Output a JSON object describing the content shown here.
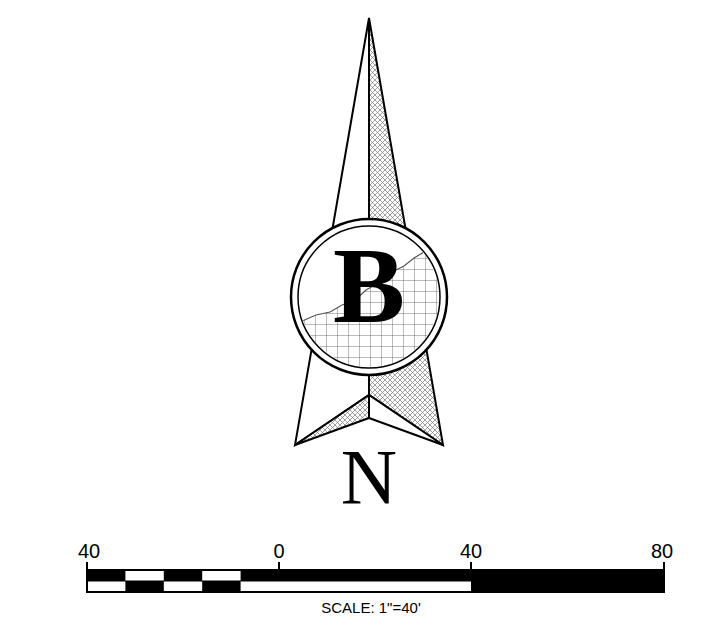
{
  "diagram": {
    "nodes": [
      {
        "text": [
          "B"
        ]
      }
    ],
    "labels": [
      "N",
      "40",
      "0",
      "40",
      "80",
      "SCALE: 1\"=40'"
    ]
  }
}
